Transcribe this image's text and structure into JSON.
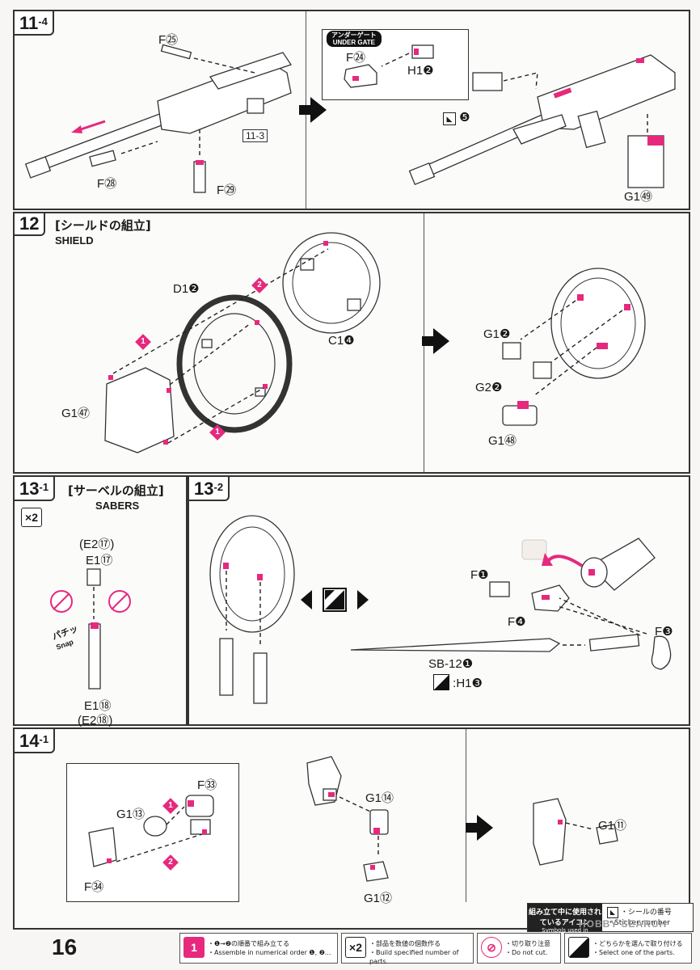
{
  "page_number": "16",
  "steps": {
    "s11_4": {
      "number": "11",
      "sub": "-4",
      "labels": {
        "f25": "F㉕",
        "f28": "F㉘",
        "f29": "F㉙",
        "ref": "11-3",
        "f24": "F㉔",
        "h1_2": "H1❷",
        "sticker5": "❺",
        "g1_49": "G1㊾",
        "gate_jp": "アンダーゲート",
        "gate_en": "UNDER GATE"
      }
    },
    "s12": {
      "number": "12",
      "title_jp": "[シールドの組立]",
      "title_en": "SHIELD",
      "labels": {
        "d1_2": "D1❷",
        "c1_4": "C1❹",
        "g1_47": "G1㊼",
        "g1_2": "G1❷",
        "g2_2": "G2❷",
        "g1_48": "G1㊽"
      }
    },
    "s13_1": {
      "number": "13",
      "sub": "-1",
      "title_jp": "[サーベルの組立]",
      "title_en": "SABERS",
      "qty": "×2",
      "labels": {
        "e2_17": "(E2⑰)",
        "e1_17": "E1⑰",
        "e1_18": "E1⑱",
        "e2_18": "(E2⑱)",
        "snap_jp": "パチッ",
        "snap_en": "Snap"
      }
    },
    "s13_2": {
      "number": "13",
      "sub": "-2",
      "labels": {
        "f1": "F❶",
        "f4": "F❹",
        "f3": "F❸",
        "sb12_1": "SB-12❶",
        "h1_3": ":H1❸"
      }
    },
    "s14_1": {
      "number": "14",
      "sub": "-1",
      "labels": {
        "f33": "F㉝",
        "g1_13": "G1⑬",
        "f34": "F㉞",
        "g1_14": "G1⑭",
        "g1_12": "G1⑫",
        "g1_11": "G1⑪"
      }
    }
  },
  "legend": {
    "title_jp": "組み立て中に使用されているアイコン",
    "title_en": "Symbols used in instructions",
    "sticker_jp": "・シールの番号",
    "sticker_en": "・Sticker number"
  },
  "footer": {
    "order_jp": "・❶→❷の順番で組み立てる",
    "order_en": "・Assemble in numerical order ❶, ❷...",
    "qty_jp": "・部品を数値の個数作る",
    "qty_en": "・Build specified number of parts.",
    "qty_icon": "×2",
    "cut_jp": "・切り取り注意",
    "cut_en": "・Do not cut.",
    "choose_jp": "・どちらかを選んで取り付ける",
    "choose_en": "・Select one of the parts."
  },
  "watermark": "HOBBY SEARCH",
  "colors": {
    "accent": "#e6297d",
    "line": "#333333"
  }
}
